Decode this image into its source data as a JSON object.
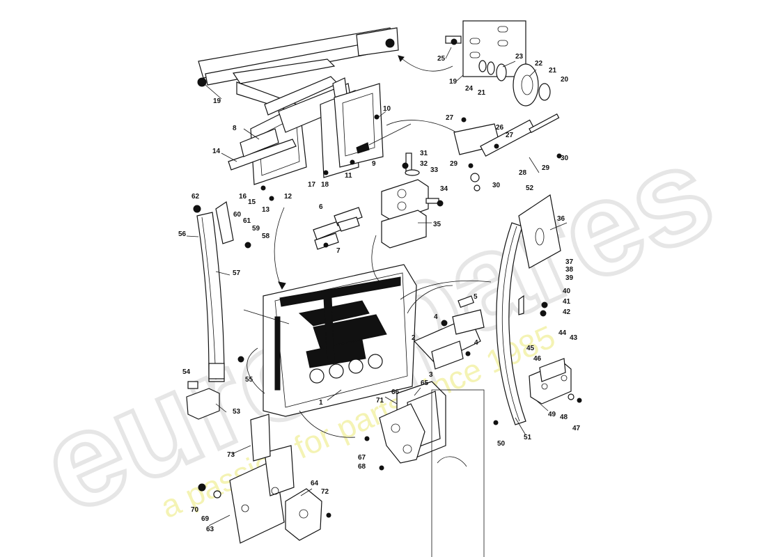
{
  "watermark": {
    "brand": "eurospares",
    "tagline": "a passion for parts since 1985",
    "tagline_color": "#f0ee9a"
  },
  "callouts": [
    "1",
    "2",
    "3",
    "4",
    "4",
    "5",
    "6",
    "7",
    "8",
    "9",
    "10",
    "11",
    "12",
    "13",
    "14",
    "15",
    "16",
    "17",
    "18",
    "19",
    "19",
    "20",
    "21",
    "21",
    "22",
    "23",
    "24",
    "25",
    "26",
    "27",
    "27",
    "28",
    "29",
    "29",
    "30",
    "30",
    "31",
    "32",
    "33",
    "34",
    "35",
    "36",
    "37",
    "38",
    "39",
    "40",
    "41",
    "42",
    "43",
    "44",
    "45",
    "46",
    "47",
    "48",
    "49",
    "50",
    "51",
    "52",
    "53",
    "54",
    "55",
    "56",
    "57",
    "58",
    "59",
    "60",
    "61",
    "62",
    "63",
    "64",
    "65",
    "66",
    "67",
    "68",
    "69",
    "70",
    "71",
    "72",
    "73"
  ]
}
